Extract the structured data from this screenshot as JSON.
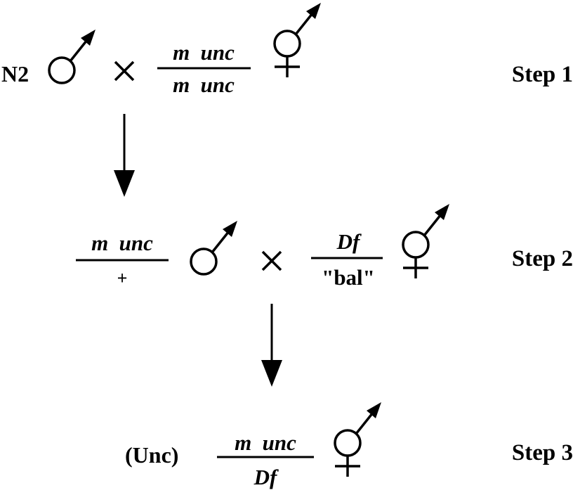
{
  "step1": {
    "strain": "N2",
    "cross": "×",
    "top": "m  unc",
    "bottom": "m  unc",
    "label": "Step 1"
  },
  "step2": {
    "left_top": "m  unc",
    "left_bottom": "+",
    "cross": "×",
    "right_top": "Df",
    "right_bottom": "\"bal\"",
    "label": "Step 2"
  },
  "step3": {
    "phenotype": "(Unc)",
    "top": "m  unc",
    "bottom": "Df",
    "label": "Step 3"
  }
}
